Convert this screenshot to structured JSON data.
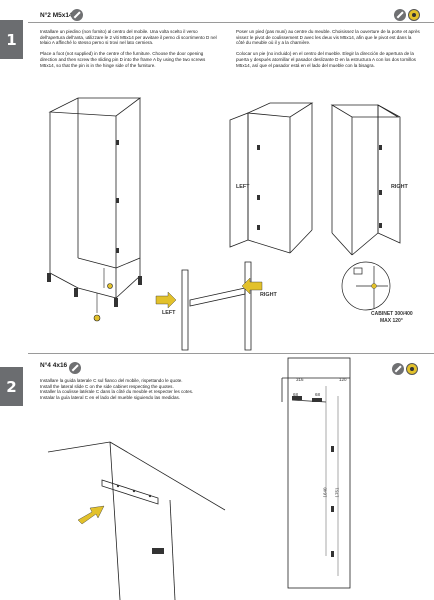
{
  "steps": [
    {
      "number": "1",
      "part": "N°2  M5x14",
      "left_text": "Installare un piedino (non fornito) al centro del mobile. Una volta scelto il verso dell'apertura dell'anta, utilizzare le 2 viti M5x14 per avvitare il perno di scorrimento D nel telaio A affinché lo stesso perno si trovi nel lato cerniera.\n\nPlace a foot (not supplied) in the centre of the furniture. Choose the door opening direction and then screw the sliding pin D into the frame A by using the two screws M5x14, so that the pin is in the hinge side of the furniture.",
      "right_text": "Poser un pied (pas muni) au centre du meuble. Choisissez la ouverture de la porte et après vissez le pivot de coulissement D avec les deux vis M5x14, afin que le pivot est dans la côté du meuble où il y a la charnière.\n\nColocar un pie (no incluido) en el centro del mueble. Elegir la dirección de apertura de la puerta y después atornillar el pasador deslizante D en la estructura A con los dos tornillos M5x14, así que el pasador está en el lado del mueble con la bisagra.",
      "labels": {
        "left": "LEFT",
        "right": "RIGHT",
        "left_small": "LEFT",
        "right_small": "RIGHT",
        "cabinet_line1": "CABINET 300/400",
        "cabinet_line2": "MAX 120°"
      }
    },
    {
      "number": "2",
      "part": "N°4  4x16",
      "text": "Installare la guida laterale C sul fianco del mobile, rispettando le quote.\nInstall the lateral slide C on the side cabinet respecting the quotes.\nInstaller la coulisse latérale C dans la côté du meuble et respecter les cotes.\nInstalar la guía lateral C en el lado del mueble siguiendo las medidas.",
      "dimensions": {
        "width_top": "316",
        "gap_top": "120",
        "d1": "68",
        "d2": "68",
        "height": "1640",
        "side": "1751"
      }
    }
  ],
  "icons": {
    "screwdriver": "screwdriver-icon",
    "drill": "drill-icon"
  }
}
